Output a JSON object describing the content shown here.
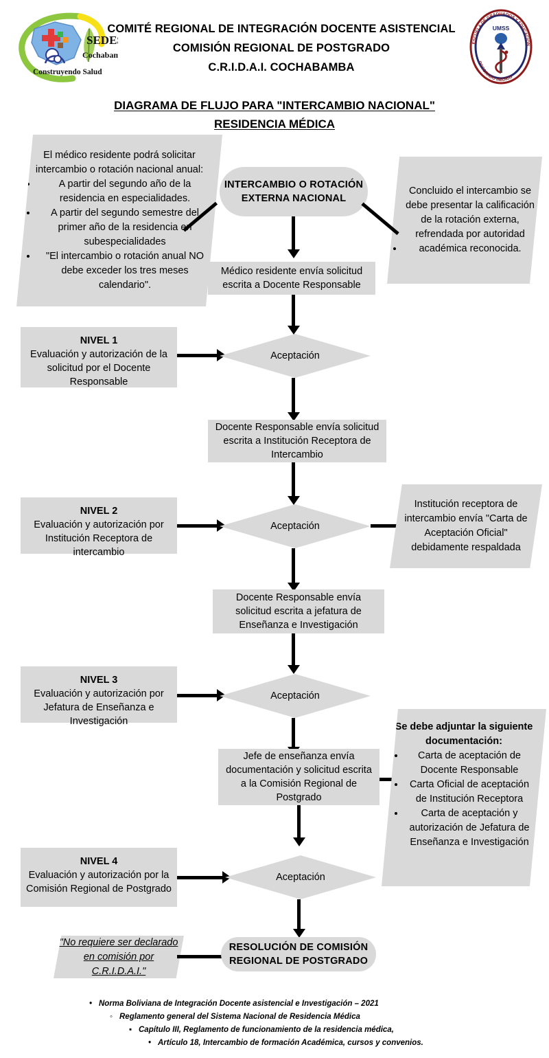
{
  "header": {
    "line1": "COMITÉ REGIONAL DE INTEGRACIÓN DOCENTE ASISTENCIAL",
    "line2": "COMISIÓN REGIONAL DE POSTGRADO",
    "line3": "C.R.I.D.A.I. COCHABAMBA",
    "title_line1": "DIAGRAMA DE FLUJO PARA \"INTERCAMBIO NACIONAL\"",
    "title_line2": "RESIDENCIA MÉDICA",
    "logo_left": {
      "name": "sedes-cochabamba-logo",
      "text1": "SEDES",
      "text2": "Cochabamba",
      "text3": "Construyendo  Salud"
    },
    "logo_right": {
      "name": "umss-posgrado-medico-logo",
      "text_center": "UMSS",
      "text_ring_top": "ESCUELA DE GRADUADOS Y EDUCACIÓN MÉDICA CONTINUA",
      "text_ring_bottom": "POSGRADO MÉDICO"
    }
  },
  "notes": {
    "left_top": {
      "intro": "El médico residente podrá solicitar intercambio o rotación nacional anual:",
      "bullets": [
        "A partir del segundo año de la residencia en especialidades.",
        "A partir del segundo semestre del primer año de la residencia en subespecialidades",
        "\"El intercambio o rotación anual NO debe exceder los tres meses calendario\"."
      ]
    },
    "right_top": {
      "bullets": [
        "Concluido el intercambio se debe presentar la calificación de la rotación externa, refrendada por autoridad",
        "académica reconocida."
      ]
    },
    "right_nivel2": "Institución receptora de intercambio envía \"Carta de Aceptación Oficial\" debidamente respaldada",
    "right_nivel3": {
      "heading": "Se debe adjuntar la siguiente documentación:",
      "bullets": [
        "Carta de aceptación de Docente Responsable",
        "Carta Oficial de aceptación de Institución Receptora",
        "Carta de aceptación y autorización de Jefatura de Enseñanza e Investigación"
      ]
    },
    "bottom_left": "\"No requiere ser declarado en comisión por C.R.I.D.A.I.\""
  },
  "flow": {
    "start": "INTERCAMBIO O ROTACIÓN EXTERNA NACIONAL",
    "step1": "Médico residente envía solicitud escrita a Docente Responsable",
    "decision1": "Aceptación",
    "step2": "Docente Responsable envía solicitud escrita a Institución Receptora de Intercambio",
    "decision2": "Aceptación",
    "step3": "Docente Responsable envía solicitud escrita a jefatura de Enseñanza e Investigación",
    "decision3": "Aceptación",
    "step4": "Jefe de enseñanza envía documentación y solicitud escrita a la Comisión Regional de Postgrado",
    "decision4": "Aceptación",
    "end": "RESOLUCIÓN DE COMISIÓN REGIONAL DE POSTGRADO"
  },
  "levels": [
    {
      "title": "NIVEL 1",
      "body": "Evaluación y autorización de la solicitud por el Docente Responsable"
    },
    {
      "title": "NIVEL 2",
      "body": "Evaluación y autorización por Institución Receptora de intercambio"
    },
    {
      "title": "NIVEL 3",
      "body": "Evaluación y autorización por Jefatura de Enseñanza e Investigación"
    },
    {
      "title": "NIVEL 4",
      "body": "Evaluación y autorización por la Comisión Regional de Postgrado"
    }
  ],
  "footer": {
    "line1": "Norma Boliviana de Integración Docente asistencial e Investigación – 2021",
    "line2": "Reglamento general del Sistema Nacional de Residencia Médica",
    "line3": "Capítulo III,  Reglamento de funcionamiento de la residencia médica,",
    "line4": "Artículo 18, Intercambio de formación Académica, cursos y convenios.",
    "bullet1": "•",
    "bullet2": "◦",
    "bullet3": "▪",
    "bullet4": "•"
  },
  "colors": {
    "shape_fill": "#d9d9d9",
    "line": "#000000",
    "text": "#000000"
  }
}
